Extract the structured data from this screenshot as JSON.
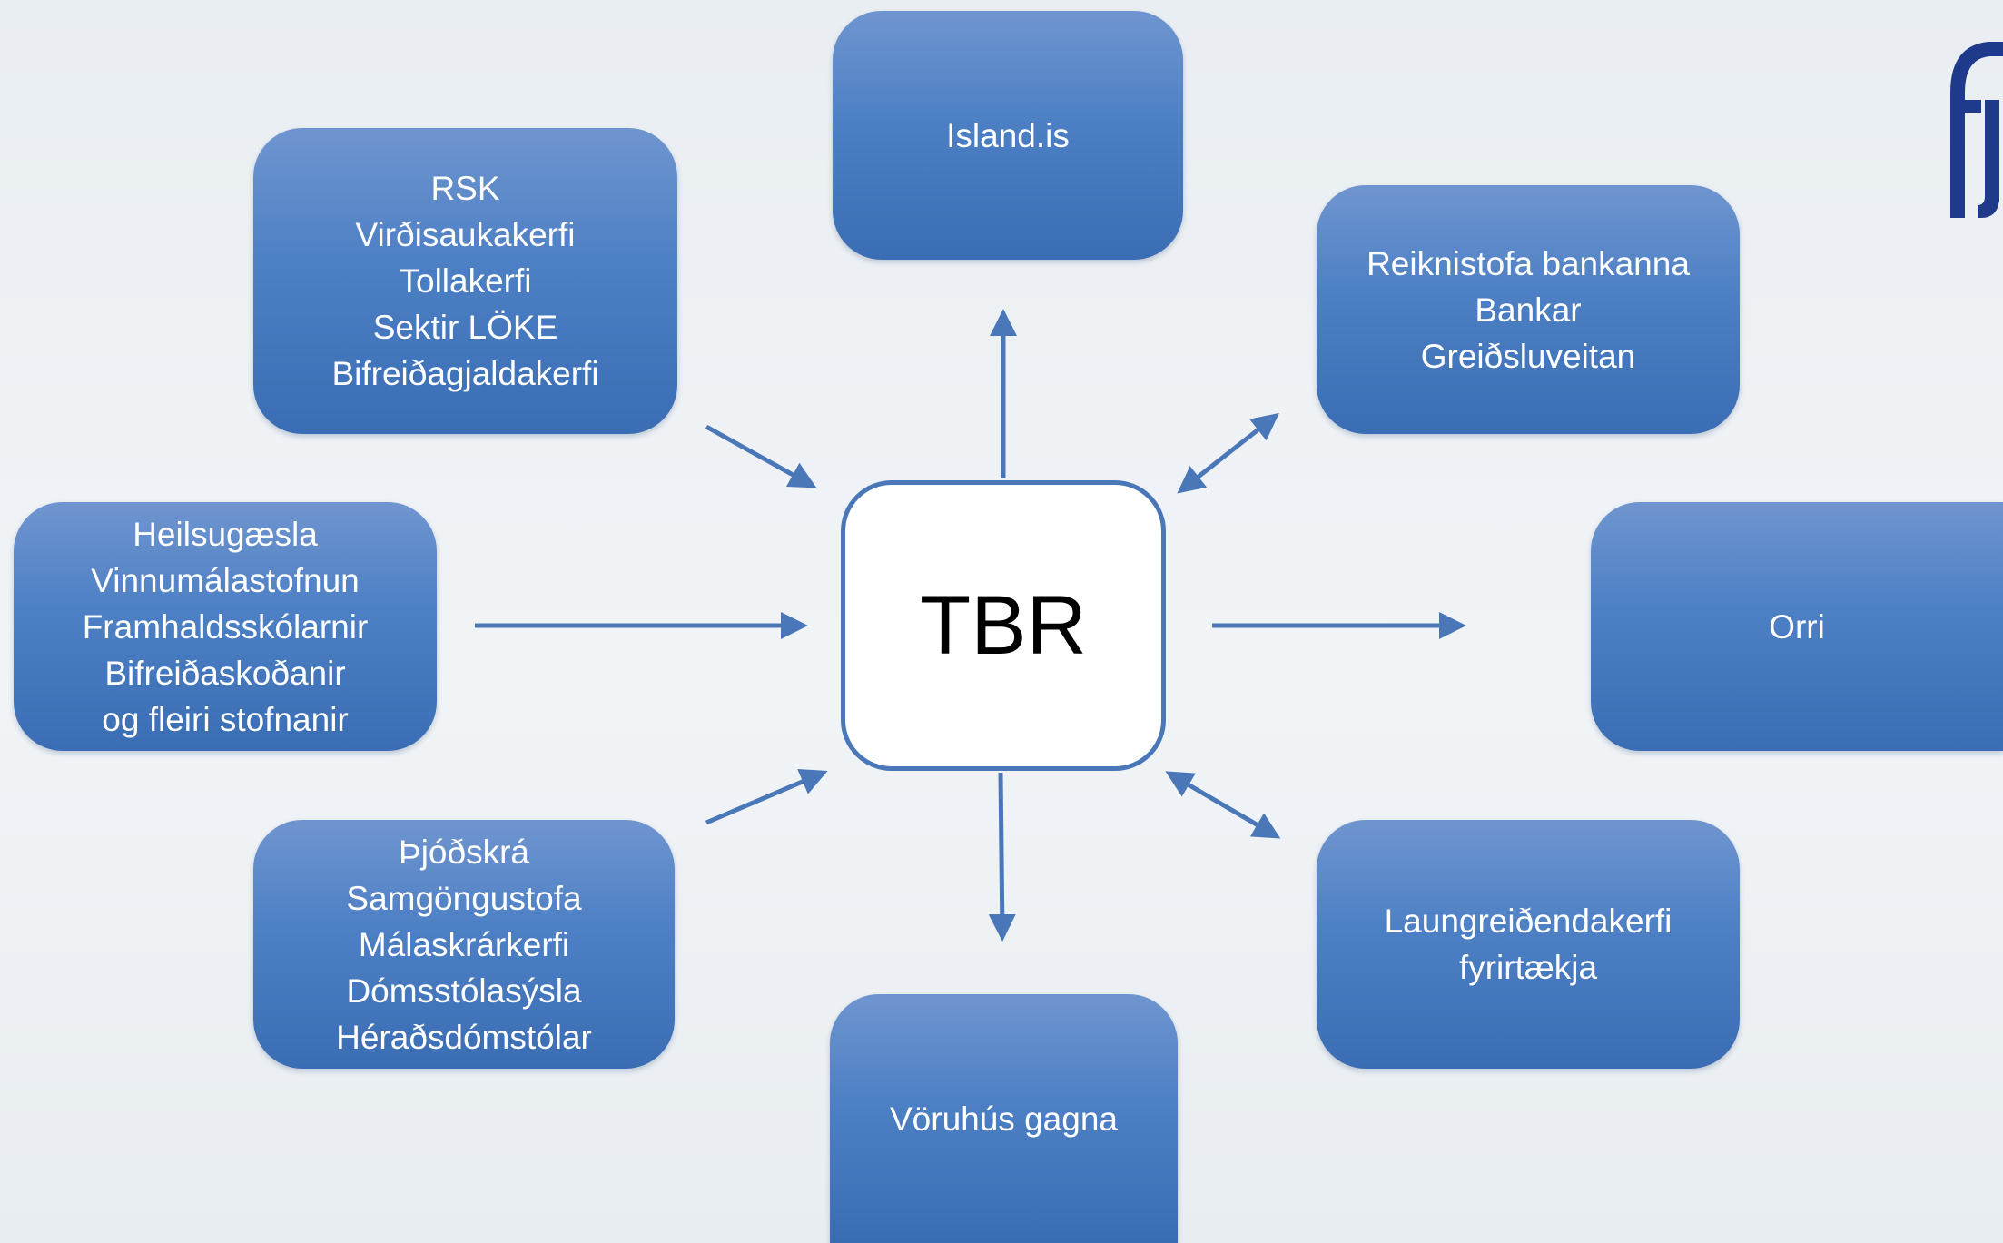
{
  "center": {
    "label": "TBR"
  },
  "nodes": {
    "island": {
      "lines": [
        "Island.is"
      ]
    },
    "rsk": {
      "lines": [
        "RSK",
        "Virðisaukakerfi",
        "Tollakerfi",
        "Sektir LÖKE",
        "Bifreiðagjaldakerfi"
      ]
    },
    "reiknistofa": {
      "lines": [
        "Reiknistofa bankanna",
        "Bankar",
        "Greiðsluveitan"
      ]
    },
    "heilsugaesla": {
      "lines": [
        "Heilsugæsla",
        "Vinnumálastofnun",
        "Framhaldsskólarnir",
        "Bifreiðaskoðanir",
        "og fleiri stofnanir"
      ]
    },
    "orri": {
      "lines": [
        "Orri"
      ]
    },
    "thjodskra": {
      "lines": [
        "Þjóðskrá",
        "Samgöngustofa",
        "Málaskrárkerfi",
        "Dómsstólasýsla",
        "Héraðsdómstólar"
      ]
    },
    "laungreidenda": {
      "lines": [
        "Laungreiðendakerfi",
        "fyrirtækja"
      ]
    },
    "voruhus": {
      "lines": [
        "Vöruhús gagna"
      ]
    }
  },
  "colors": {
    "box": "#4a7cc2",
    "arrow": "#4a77b8",
    "logo": "#1f3a8a"
  },
  "logo": {
    "icon": "fj-monogram-icon"
  }
}
